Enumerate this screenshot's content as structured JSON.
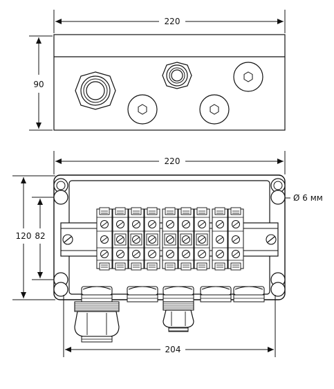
{
  "dimensions": {
    "top_width": "220",
    "top_height": "90",
    "front_width": "220",
    "front_height": "120",
    "mount_spacing_v": "82",
    "mount_spacing_h": "204",
    "hole_diameter": "Ø 6 мм"
  },
  "colors": {
    "stroke": "#111111",
    "fill_light": "#ffffff",
    "fill_gray": "#d9d9d9",
    "fill_dark": "#9a9a9a"
  },
  "terminal_block": {
    "count": 9
  },
  "cable_glands": {
    "count": 5
  }
}
